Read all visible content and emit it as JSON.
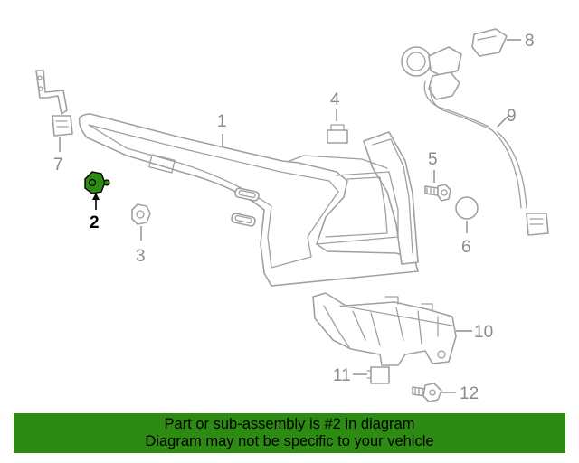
{
  "callouts": {
    "c1": "1",
    "c2": "2",
    "c3": "3",
    "c4": "4",
    "c5": "5",
    "c6": "6",
    "c7": "7",
    "c8": "8",
    "c9": "9",
    "c10": "10",
    "c11": "11",
    "c12": "12"
  },
  "highlight": {
    "part_number": "2",
    "color": "#2d8a12",
    "text_color": "#000000"
  },
  "banner": {
    "line1": "Part or sub-assembly is #2 in diagram",
    "line2": "Diagram may not be specific to your vehicle",
    "background": "#2d8a12"
  }
}
